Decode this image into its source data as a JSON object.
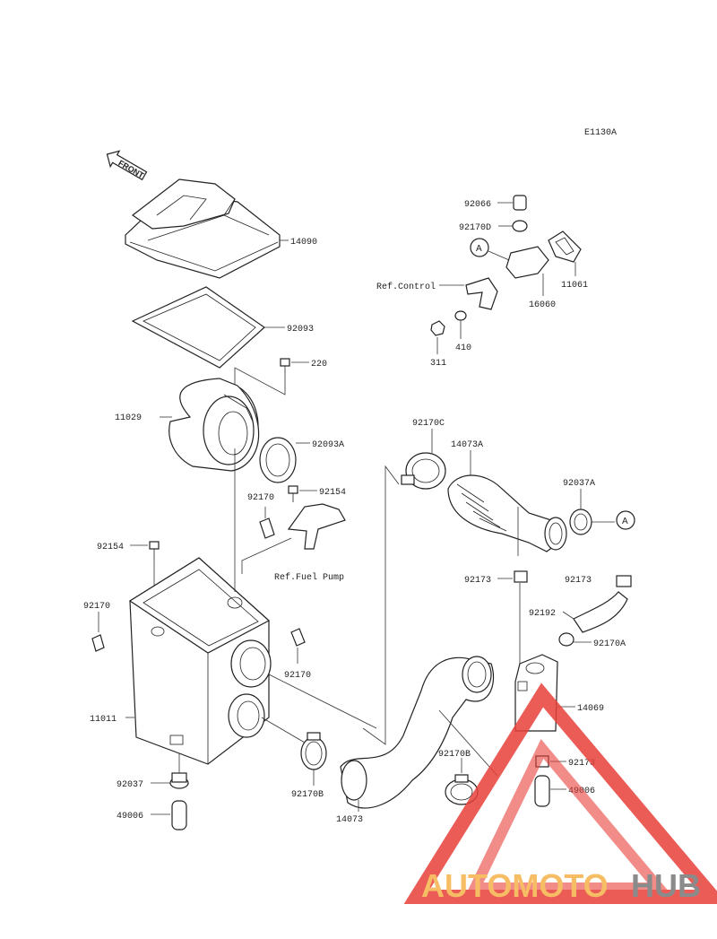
{
  "diagram_code": "E1130A",
  "front_label": "FRONT",
  "ref_labels": {
    "control": "Ref.Control",
    "fuel_pump": "Ref.Fuel Pump",
    "circle_a": "A"
  },
  "parts": {
    "p92066": "92066",
    "p92170D": "92170D",
    "p11061": "11061",
    "p16060": "16060",
    "p311": "311",
    "p410": "410",
    "p14090": "14090",
    "p92093": "92093",
    "p220": "220",
    "p11029": "11029",
    "p92093A": "92093A",
    "p92170C": "92170C",
    "p14073A": "14073A",
    "p92037A": "92037A",
    "p92170_a": "92170",
    "p92154_a": "92154",
    "p92154_b": "92154",
    "p92173_a": "92173",
    "p92173_b": "92173",
    "p92173_c": "92173",
    "p92192": "92192",
    "p92170A": "92170A",
    "p92170_b": "92170",
    "p92170_c": "92170",
    "p14069": "14069",
    "p11011": "11011",
    "p92170B_a": "92170B",
    "p92170B_b": "92170B",
    "p92037": "92037",
    "p49006_a": "49006",
    "p49006_b": "49006",
    "p14073": "14073"
  },
  "watermark": {
    "text_a": "AUTOMOTO",
    "text_b": "HUB"
  },
  "colors": {
    "logo_red": "#e8403a",
    "logo_orange": "#f5b24a",
    "logo_gray": "#777777"
  }
}
